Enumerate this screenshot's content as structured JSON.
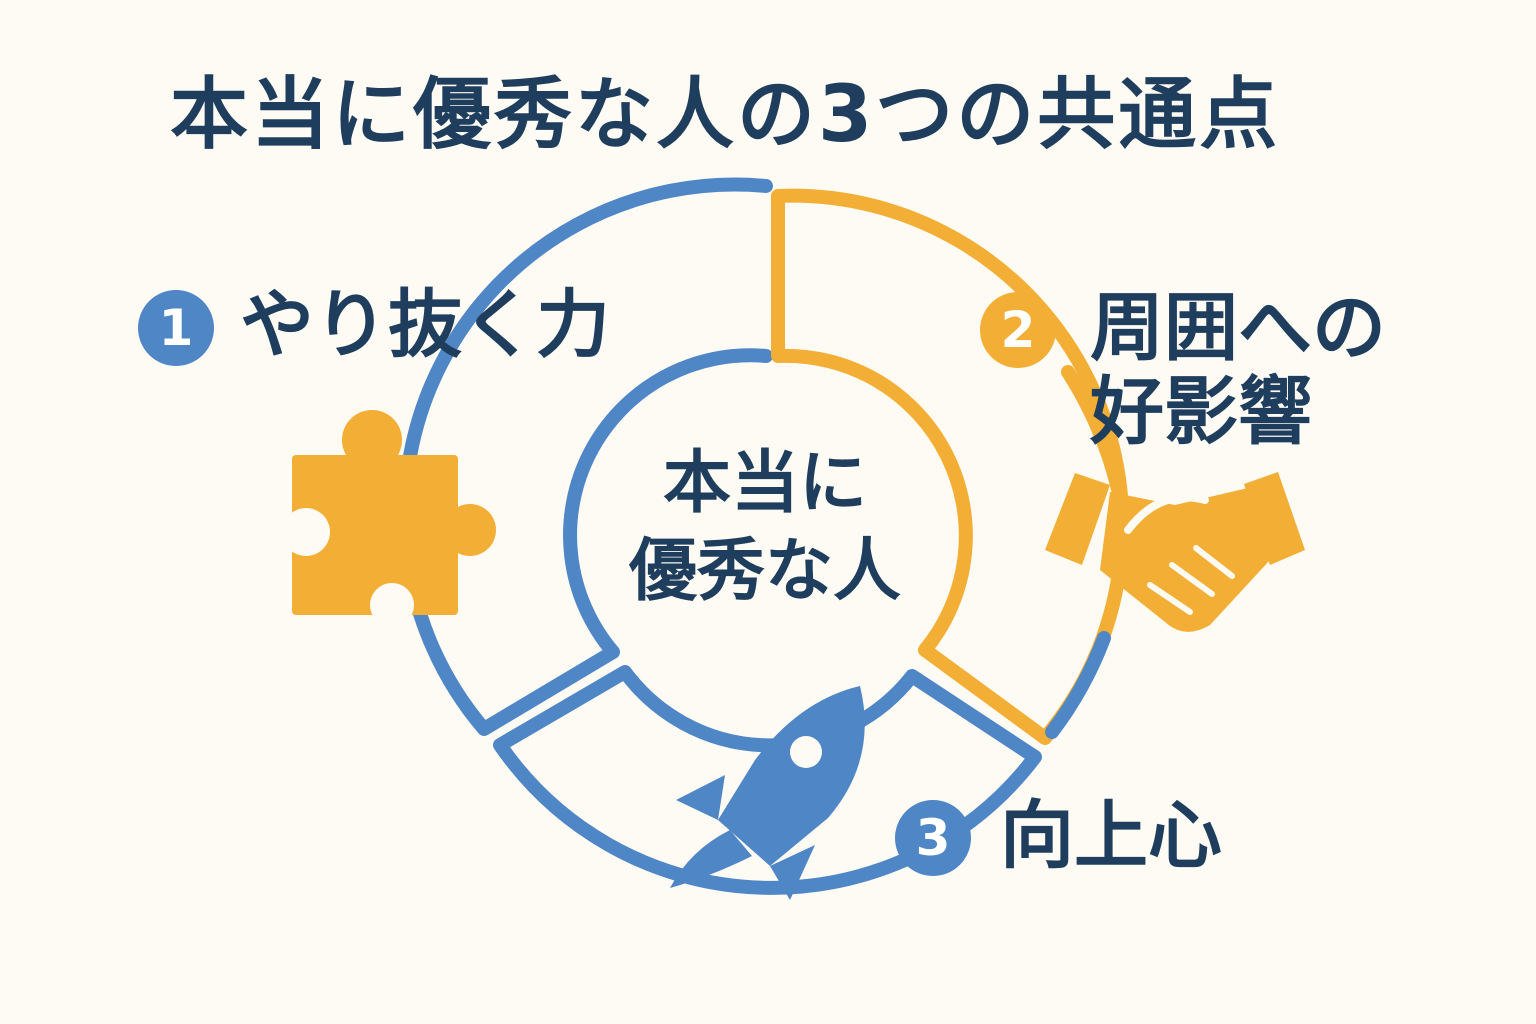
{
  "title": "本当に優秀な人の3つの共通点",
  "center": {
    "line1": "本当に",
    "line2": "優秀な人"
  },
  "items": [
    {
      "number": "1",
      "label": "やり抜く力",
      "color": "#4f86c6",
      "icon": "puzzle-piece-icon"
    },
    {
      "number": "2",
      "label_line1": "周囲への",
      "label_line2": "好影響",
      "color": "#f3ae35",
      "icon": "handshake-icon"
    },
    {
      "number": "3",
      "label": "向上心",
      "color": "#4f86c6",
      "icon": "rocket-icon"
    }
  ],
  "colors": {
    "background": "#fdfbf4",
    "text": "#1f3d5c",
    "blue": "#4f86c6",
    "orange": "#f3ae35"
  }
}
